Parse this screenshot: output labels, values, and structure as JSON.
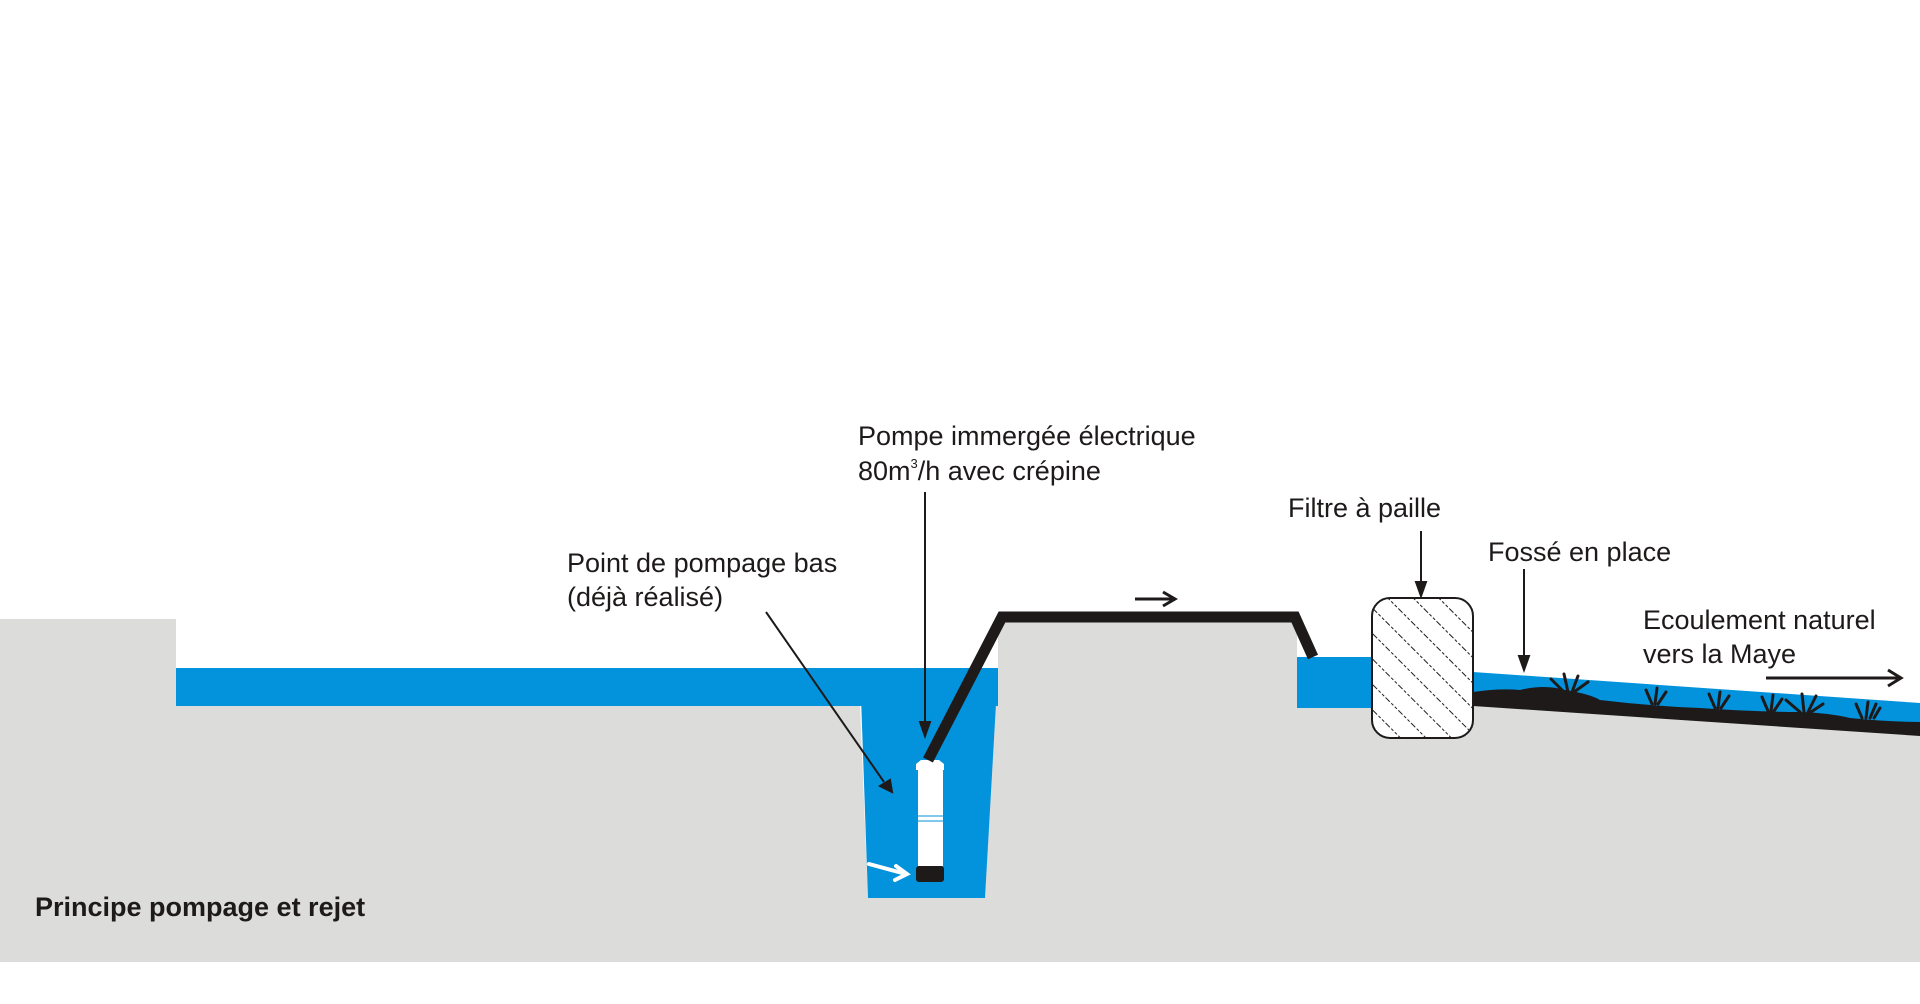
{
  "title": "Principe pompage et rejet",
  "colors": {
    "ground": "#dcdcdb",
    "water": "#0392dc",
    "ink": "#1e1a1a",
    "background": "#ffffff"
  },
  "labels": {
    "pump": {
      "line1": "Pompe immergée électrique",
      "line2_prefix": "80m",
      "line2_sup": "3",
      "line2_suffix": "/h  avec crépine"
    },
    "low_point": {
      "line1": "Point de pompage bas",
      "line2": "(déjà réalisé)"
    },
    "filter": "Filtre à paille",
    "ditch": "Fossé en place",
    "outflow": {
      "line1": "Ecoulement naturel",
      "line2": "vers la Maye"
    }
  },
  "icons": {
    "flow_arrow_hose": "right-arrow",
    "flow_arrow_outflow": "right-arrow",
    "intake_arrow": "white-arrow",
    "filter_pattern": "diagonal-hatch"
  }
}
